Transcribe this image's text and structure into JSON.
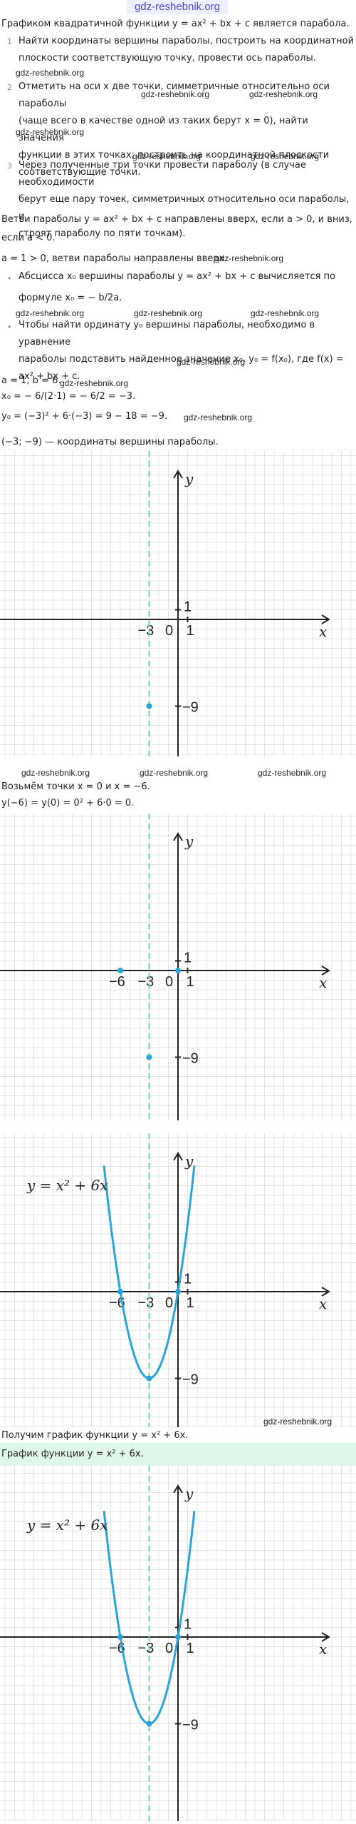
{
  "header": {
    "logo": "gdz-reshebnik.org"
  },
  "watermark": "gdz-reshebnik.org",
  "intro": {
    "line": "Графиком квадратичной функции y = ax² + bx + c является парабола.",
    "steps": [
      {
        "n": "1",
        "lines": [
          "Найти координаты вершины параболы, построить на координатной",
          "плоскости соответствующую точку, провести ось параболы."
        ]
      },
      {
        "n": "2",
        "lines": [
          "Отметить на оси x две точки, симметричные относительно оси параболы",
          "(чаще всего в качестве одной из таких берут x = 0), найти значения",
          "функции в этих точках; построить на координатной плоскости",
          "соответствующие точки."
        ]
      },
      {
        "n": "3",
        "lines": [
          "Через полученные три точки провести параболу (в случае необходимости",
          "берут еще пару точек, симметричных относительно оси параболы, и",
          "строят параболу по пяти точкам)."
        ]
      }
    ],
    "branches": "Ветви параболы y = ax² + bx + c направлены вверх, если a > 0, и вниз,",
    "branches2": "если a < 0.",
    "a_pos": "a = 1 > 0, ветви параболы направлены вверх.",
    "bullets": [
      [
        "Абсцисса x₀ вершины параболы y = ax² + bx + c вычисляется по",
        "формуле x₀ = − b/2a."
      ],
      [
        "Чтобы найти ординату y₀ вершины параболы, необходимо в уравнение",
        "параболы подставить найденное значение x₀, y₀ = f(x₀), где f(x) =",
        "ax² + bx + c."
      ]
    ],
    "ab": "a = 1, b = 6.",
    "x0": "x₀ = − 6/(2·1) = − 6/2 = −3.",
    "y0": "y₀ = (−3)² + 6·(−3) = 9 − 18 = −9.",
    "vertex": "(−3; −9) — координаты вершины параболы."
  },
  "mid": {
    "take": "Возьмём точки x = 0 и x = −6.",
    "calc": "y(−6) = y(0) = 0² + 6·0 = 0."
  },
  "tail": {
    "got": "Получим график функции y = x² + 6x.",
    "final": "График функции y = x² + 6x."
  },
  "graph": {
    "x_label": "x",
    "y_label": "y",
    "tick_m6": "−6",
    "tick_m3": "−3",
    "tick_0": "0",
    "tick_1x": "1",
    "tick_1y": "1",
    "tick_m9": "−9",
    "formula": "y = x² + 6x",
    "colors": {
      "axis": "#222222",
      "grid": "#e4e4e4",
      "curve": "#2ba3d6",
      "dashed": "#6fd49a",
      "point": "#2ba3d6"
    }
  }
}
